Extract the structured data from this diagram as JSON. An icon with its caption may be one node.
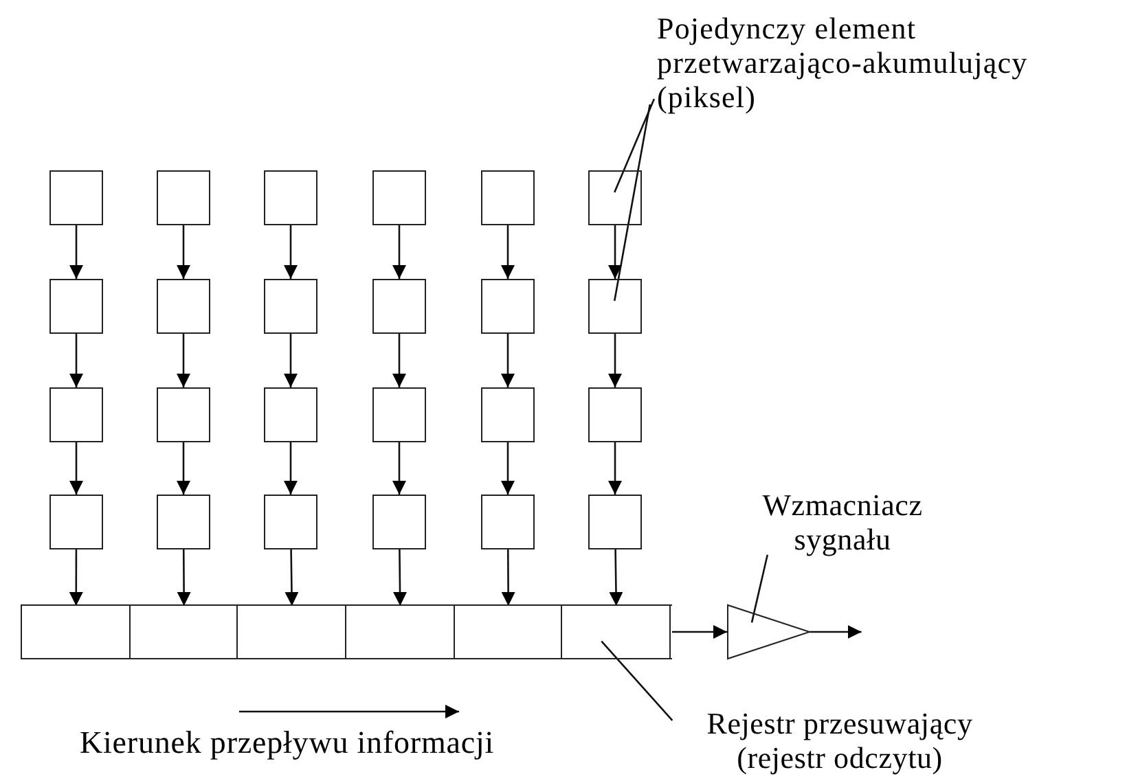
{
  "diagram": {
    "nodes": [
      {
        "text": [],
        "shape": "box"
      },
      {
        "text": [],
        "shape": "box"
      },
      {
        "text": [],
        "shape": "box"
      },
      {
        "text": [],
        "shape": "box"
      },
      {
        "text": [],
        "shape": "box"
      },
      {
        "text": [],
        "shape": "box"
      },
      {
        "text": [],
        "shape": "box"
      },
      {
        "text": [],
        "shape": "box"
      },
      {
        "text": [],
        "shape": "box"
      },
      {
        "text": [],
        "shape": "box"
      },
      {
        "text": [],
        "shape": "box"
      },
      {
        "text": [],
        "shape": "box"
      },
      {
        "text": [],
        "shape": "box"
      },
      {
        "text": [],
        "shape": "box"
      },
      {
        "text": [],
        "shape": "box"
      },
      {
        "text": [],
        "shape": "box"
      },
      {
        "text": [],
        "shape": "box"
      },
      {
        "text": [],
        "shape": "box"
      },
      {
        "text": [],
        "shape": "box"
      },
      {
        "text": [],
        "shape": "box"
      },
      {
        "text": [],
        "shape": "box"
      },
      {
        "text": [],
        "shape": "box"
      },
      {
        "text": [],
        "shape": "box"
      },
      {
        "text": [],
        "shape": "box"
      },
      {
        "text": [],
        "shape": "box"
      },
      {
        "text": [],
        "shape": "box",
        "in": 24
      },
      {
        "text": [],
        "shape": "box",
        "in": 24
      },
      {
        "text": [],
        "shape": "box",
        "in": 24
      },
      {
        "text": [],
        "shape": "box",
        "in": 24
      },
      {
        "text": [],
        "shape": "box",
        "in": 24
      },
      {
        "text": [],
        "shape": "box",
        "in": 24
      },
      {
        "text": [],
        "shape": "triangle"
      },
      {
        "text": [
          "Wzmacniacz sygnału"
        ]
      },
      {
        "text": [
          "Pojedynczy element przetwarzająco-akumulujący (piksel)"
        ]
      },
      {
        "text": [
          "Rejestr przesuwający (rejestr odczytu)"
        ]
      }
    ],
    "edges": [
      {
        "from": 0,
        "to": 6,
        "arrow": "to"
      },
      {
        "from": 1,
        "to": 7,
        "arrow": "to"
      },
      {
        "from": 2,
        "to": 8,
        "arrow": "to"
      },
      {
        "from": 3,
        "to": 9,
        "arrow": "to"
      },
      {
        "from": 4,
        "to": 10,
        "arrow": "to"
      },
      {
        "from": 5,
        "to": 11,
        "arrow": "to"
      },
      {
        "from": 6,
        "to": 12,
        "arrow": "to"
      },
      {
        "from": 7,
        "to": 13,
        "arrow": "to"
      },
      {
        "from": 8,
        "to": 14,
        "arrow": "to"
      },
      {
        "from": 9,
        "to": 15,
        "arrow": "to"
      },
      {
        "from": 10,
        "to": 16,
        "arrow": "to"
      },
      {
        "from": 11,
        "to": 17,
        "arrow": "to"
      },
      {
        "from": 12,
        "to": 18,
        "arrow": "to"
      },
      {
        "from": 13,
        "to": 19,
        "arrow": "to"
      },
      {
        "from": 14,
        "to": 20,
        "arrow": "to"
      },
      {
        "from": 15,
        "to": 21,
        "arrow": "to"
      },
      {
        "from": 16,
        "to": 22,
        "arrow": "to"
      },
      {
        "from": 17,
        "to": 23,
        "arrow": "to"
      },
      {
        "from": 18,
        "to": 25,
        "arrow": "to"
      },
      {
        "from": 19,
        "to": 26,
        "arrow": "to"
      },
      {
        "from": 20,
        "to": 27,
        "arrow": "to"
      },
      {
        "from": 21,
        "to": 28,
        "arrow": "to"
      },
      {
        "from": 22,
        "to": 29,
        "arrow": "to"
      },
      {
        "from": 23,
        "to": 30,
        "arrow": "to"
      },
      {
        "from": 24,
        "to": 31,
        "arrow": "to"
      },
      {
        "from": 31,
        "to": null,
        "arrow": "to"
      },
      {
        "from": 33,
        "to": 5,
        "arrow": "none"
      },
      {
        "from": 33,
        "to": 11,
        "arrow": "none"
      },
      {
        "from": 32,
        "to": 31,
        "arrow": "none"
      },
      {
        "from": 34,
        "to": 30,
        "arrow": "none"
      }
    ],
    "labels": [
      "Kierunek przepływu informacji"
    ]
  }
}
